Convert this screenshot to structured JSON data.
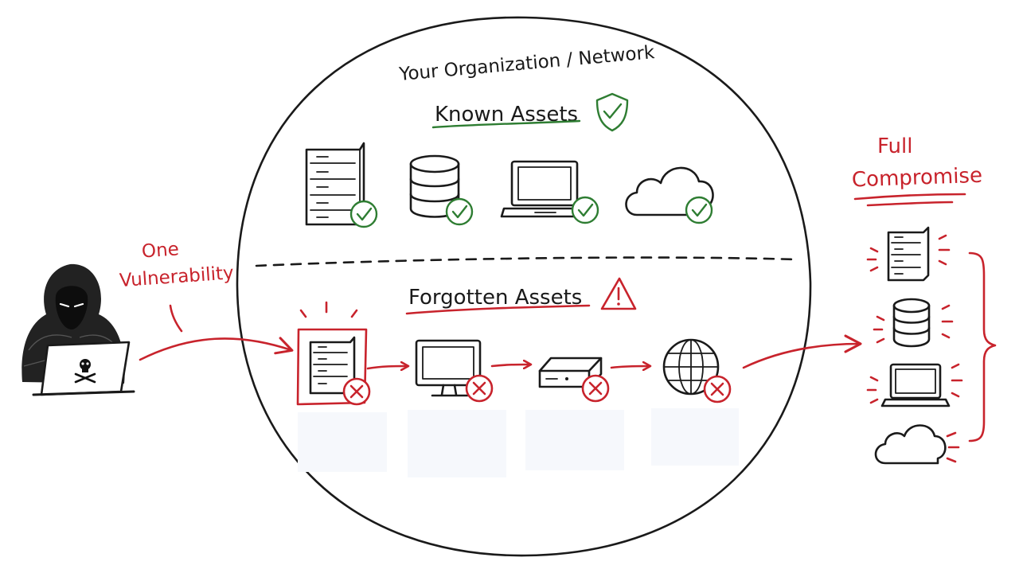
{
  "diagram": {
    "org_label": "Your Organization / Network",
    "known_title": "Known Assets",
    "forgotten_title": "Forgotten Assets",
    "attack_label_line1": "One",
    "attack_label_line2": "Vulnerability",
    "result_label_line1": "Full",
    "result_label_line2": "Compromise"
  },
  "known_assets": [
    {
      "icon": "server-icon",
      "status": "check-icon"
    },
    {
      "icon": "database-icon",
      "status": "check-icon"
    },
    {
      "icon": "laptop-icon",
      "status": "check-icon"
    },
    {
      "icon": "cloud-icon",
      "status": "check-icon"
    }
  ],
  "forgotten_assets": [
    {
      "icon": "server-icon",
      "status": "x-icon"
    },
    {
      "icon": "monitor-icon",
      "status": "x-icon"
    },
    {
      "icon": "router-icon",
      "status": "x-icon"
    },
    {
      "icon": "globe-icon",
      "status": "x-icon"
    }
  ],
  "compromised_assets": [
    {
      "icon": "server-icon"
    },
    {
      "icon": "database-icon"
    },
    {
      "icon": "laptop-icon"
    },
    {
      "icon": "cloud-icon"
    }
  ],
  "colors": {
    "ink": "#1a1a1a",
    "danger": "#c8232c",
    "safe": "#2e7d32"
  }
}
